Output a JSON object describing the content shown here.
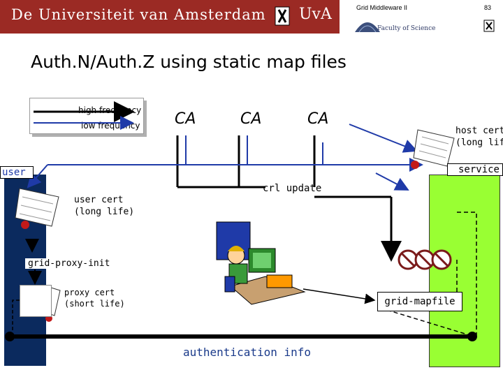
{
  "header": {
    "university": "De Universiteit van Amsterdam",
    "logo_text": "UvA",
    "course": "Grid Middleware II",
    "page_number": "83",
    "faculty": "Faculty of Science"
  },
  "title": "Auth.N/Auth.Z using static map files",
  "legend": {
    "high": "high frequency",
    "low": "low frequency"
  },
  "ca_labels": [
    "CA",
    "CA",
    "CA"
  ],
  "labels": {
    "host_cert_line1": "host cert",
    "host_cert_line2": "(long life)",
    "user": "user",
    "service": "service",
    "crl_update": "crl update",
    "user_cert_line1": "user cert",
    "user_cert_line2": "(long life)",
    "grid_proxy_init": "grid-proxy-init",
    "proxy_cert_line1": "proxy cert",
    "proxy_cert_line2": "(short life)",
    "grid_mapfile": "grid-mapfile",
    "authentication_info": "authentication info"
  },
  "colors": {
    "banner": "#9b2a24",
    "user_column": "#0b2a5e",
    "service_column": "#99ff33",
    "low_frequency_arrow": "#1f3aa8",
    "high_frequency_arrow": "#000000"
  }
}
